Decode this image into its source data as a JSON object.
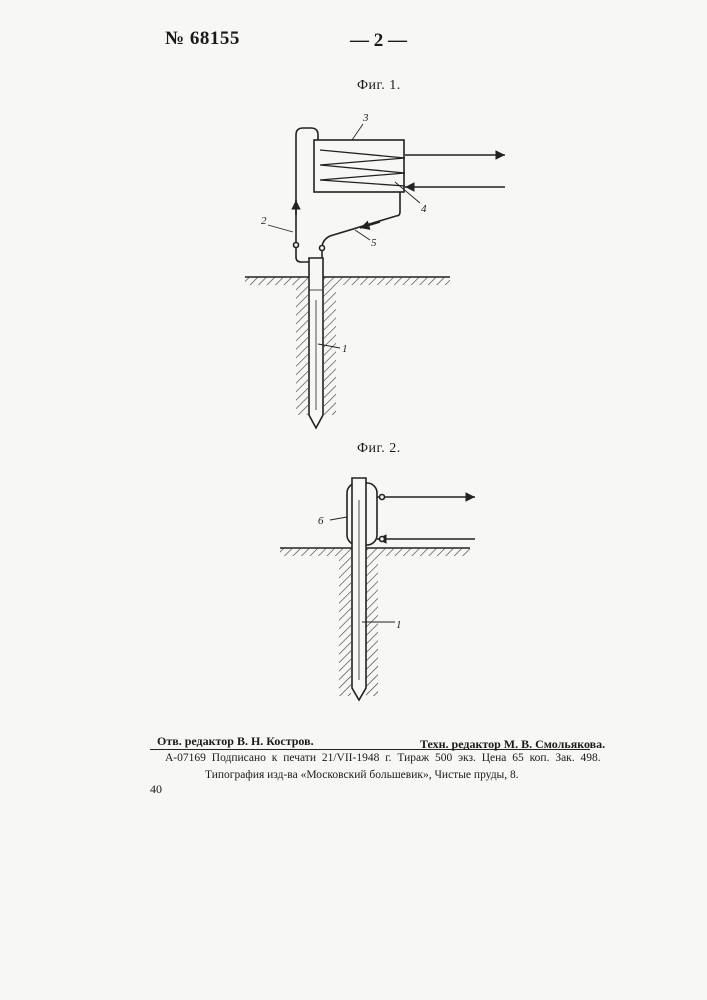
{
  "header": {
    "patent_number": "№ 68155",
    "page_number": "— 2 —"
  },
  "figures": {
    "fig1_title": "Фиг. 1.",
    "fig2_title": "Фиг. 2.",
    "fig1_labels": [
      "1",
      "2",
      "3",
      "4",
      "5"
    ],
    "fig2_labels": [
      "6",
      "1"
    ]
  },
  "footer": {
    "editor": "Отв. редактор В. Н. Костров.",
    "tech_editor": "Техн. редактор М. В. Смольякова.",
    "print_info": "А-07169 Подписано к печати 21/VII-1948 г. Тираж 500 экз. Цена 65 коп. Зак. 498.",
    "printer": "Типография изд-ва «Московский большевик», Чистые пруды, 8.",
    "margin_number": "40"
  }
}
